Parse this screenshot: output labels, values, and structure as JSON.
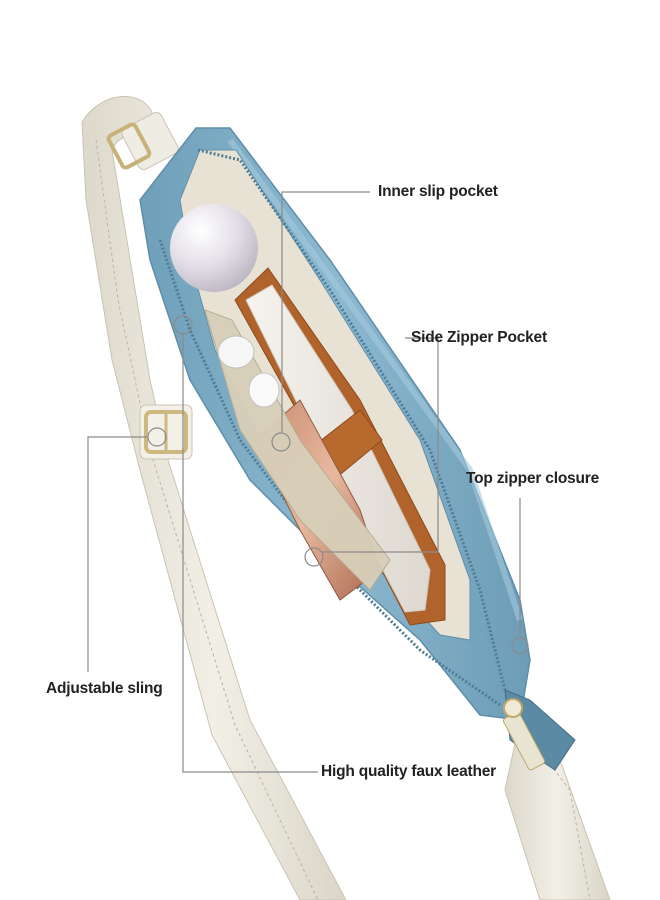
{
  "callouts": {
    "inner_slip_pocket": "Inner slip pocket",
    "side_zipper_pocket": "Side Zipper Pocket",
    "top_zipper_closure": "Top zipper closure",
    "adjustable_sling": "Adjustable sling",
    "faux_leather": "High quality faux leather"
  },
  "colors": {
    "bag_blue": "#7fadc6",
    "strap_cream": "#ece9de",
    "notebook_brown": "#b0632a",
    "leader_line": "#8a8a8a"
  }
}
